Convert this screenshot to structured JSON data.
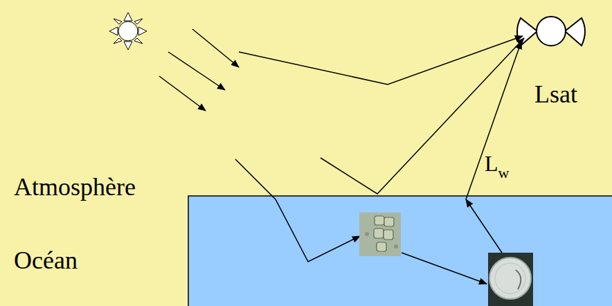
{
  "diagram": {
    "labels": [
      "Lsat",
      "Atmosphère",
      "Lw",
      "Océan"
    ]
  }
}
